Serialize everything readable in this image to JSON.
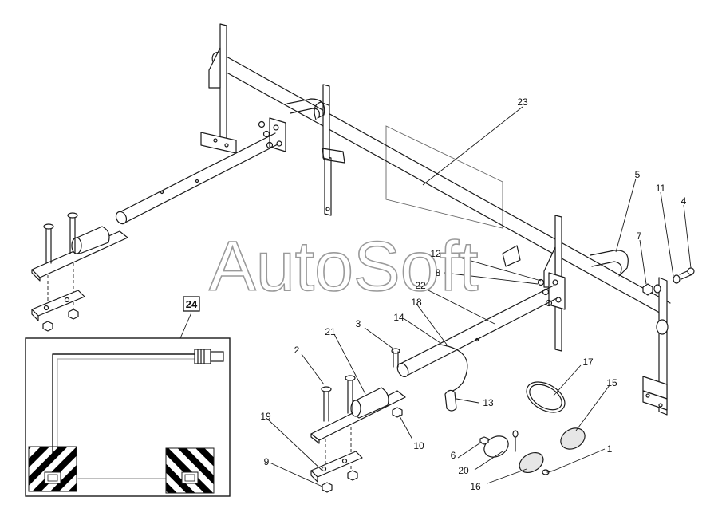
{
  "watermark": "AutoSoft",
  "inset_label": "24",
  "callouts": [
    {
      "id": "c1",
      "label": "1"
    },
    {
      "id": "c2",
      "label": "2"
    },
    {
      "id": "c3",
      "label": "3"
    },
    {
      "id": "c4",
      "label": "4"
    },
    {
      "id": "c5",
      "label": "5"
    },
    {
      "id": "c6",
      "label": "6"
    },
    {
      "id": "c7",
      "label": "7"
    },
    {
      "id": "c8",
      "label": "8"
    },
    {
      "id": "c9",
      "label": "9"
    },
    {
      "id": "c10",
      "label": "10"
    },
    {
      "id": "c11",
      "label": "11"
    },
    {
      "id": "c12",
      "label": "12"
    },
    {
      "id": "c13",
      "label": "13"
    },
    {
      "id": "c14",
      "label": "14"
    },
    {
      "id": "c15",
      "label": "15"
    },
    {
      "id": "c16",
      "label": "16"
    },
    {
      "id": "c17",
      "label": "17"
    },
    {
      "id": "c18",
      "label": "18"
    },
    {
      "id": "c19",
      "label": "19"
    },
    {
      "id": "c20",
      "label": "20"
    },
    {
      "id": "c21",
      "label": "21"
    },
    {
      "id": "c22",
      "label": "22"
    },
    {
      "id": "c23",
      "label": "23"
    }
  ]
}
